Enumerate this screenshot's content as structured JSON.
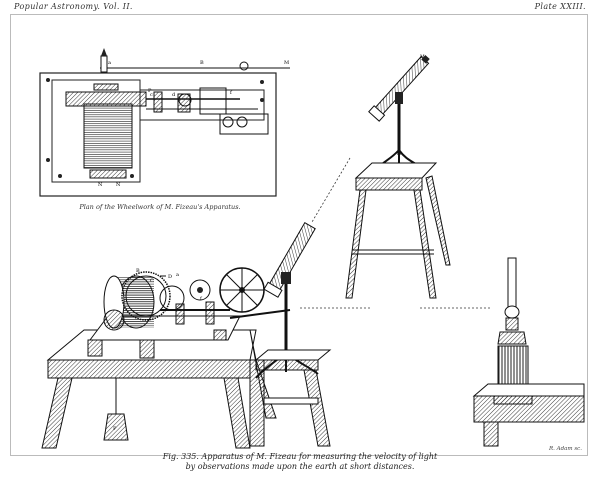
{
  "header": {
    "left": "Popular Astronomy. Vol. II.",
    "right": "Plate XXIII."
  },
  "plan": {
    "caption": "Plan of the Wheelwork of M. Fizeau's Apparatus.",
    "labels": {
      "a": "a",
      "b": "B",
      "c": "c",
      "d": "d",
      "f": "f",
      "m": "M",
      "n1": "N",
      "n2": "N",
      "p": "P"
    }
  },
  "figure": {
    "caption_line1": "Fig. 335. Apparatus of M. Fizeau for measuring the velocity of light",
    "caption_line2": "by observations made upon the earth at short distances.",
    "engraver": "R. Adam sc.",
    "labels": {
      "B": "B",
      "C": "C",
      "D": "D",
      "P": "P",
      "a": "a",
      "f": "f",
      "M": "M"
    }
  }
}
